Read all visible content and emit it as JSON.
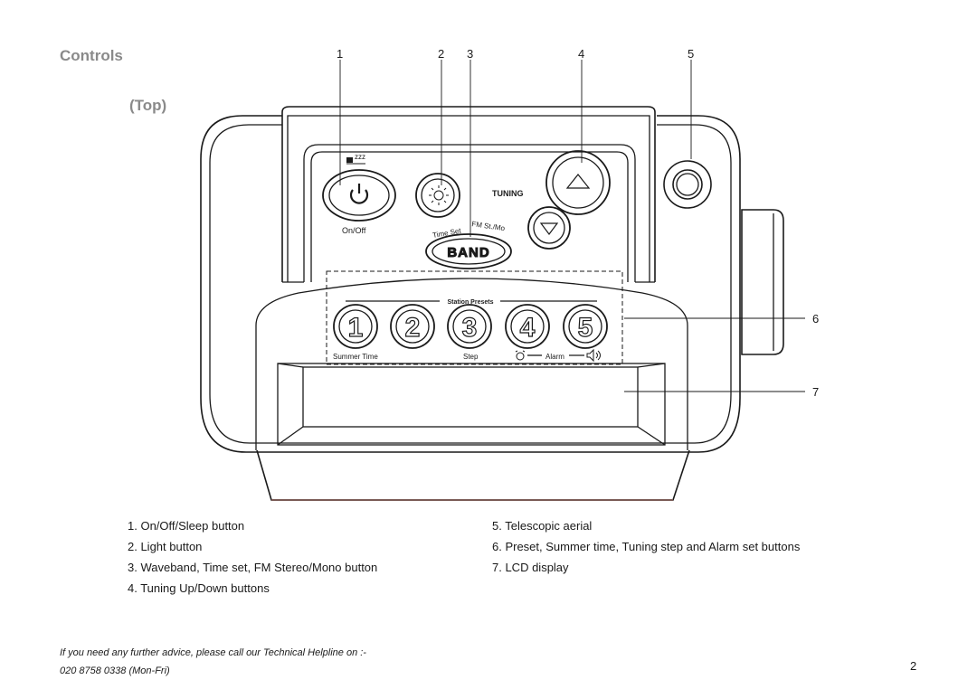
{
  "page": {
    "title": "Controls",
    "subtitle": "(Top)",
    "page_number": "2"
  },
  "callouts": [
    "1",
    "2",
    "3",
    "4",
    "5",
    "6",
    "7"
  ],
  "device_labels": {
    "on_off": "On/Off",
    "time_set": "Time Set",
    "fm_st_mo": "FM St./Mo",
    "band": "BAND",
    "tuning": "TUNING",
    "station_presets": "Station Presets",
    "summer_time": "Summer Time",
    "step": "Step",
    "alarm": "Alarm",
    "preset_numbers": [
      "1",
      "2",
      "3",
      "4",
      "5"
    ],
    "sleep_glyph": "zzz"
  },
  "legend": {
    "left": [
      "1. On/Off/Sleep   button",
      "2. Light button",
      "3. Waveband, Time set, FM Stereo/Mono button",
      "4. Tuning Up/Down buttons"
    ],
    "right": [
      "5. Telescopic aerial",
      "6. Preset, Summer time, Tuning step and Alarm set buttons",
      "7. LCD display"
    ]
  },
  "footer": {
    "line1": "If you need any further advice, please call our Technical Helpline on :-",
    "line2": "020 8758 0338 (Mon-Fri)"
  },
  "icons": [
    "power-icon",
    "light-icon",
    "tuning-up-icon",
    "tuning-down-icon",
    "alarm-clock-icon",
    "speaker-icon",
    "sleep-icon"
  ]
}
